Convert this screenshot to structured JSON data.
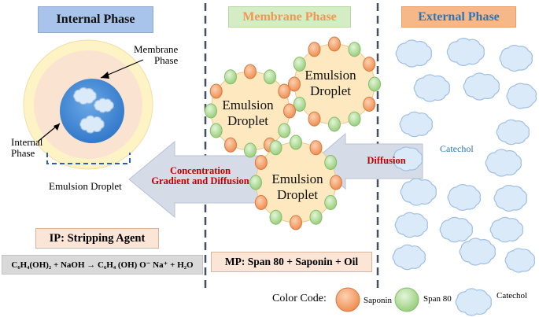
{
  "headers": {
    "internal": "Internal Phase",
    "membrane": "Membrane Phase",
    "external": "External Phase"
  },
  "labels": {
    "membrane_phase": "Membrane\nPhase",
    "internal_phase": "Internal\nPhase",
    "emulsion_droplet": "Emulsion Droplet",
    "droplet": "Emulsion\nDroplet",
    "concentration": "Concentration\nGradient and Diffusion",
    "diffusion": "Diffusion",
    "catechol": "Catechol"
  },
  "boxes": {
    "ip": "IP: Stripping Agent",
    "mp": "MP: Span 80 + Saponin + Oil",
    "equation": "C₆H₄(OH)₂ + NaOH → C₆H₄ (OH) O⁻ Na⁺ + H₂O"
  },
  "legend": {
    "title": "Color Code:",
    "saponin": "Saponin",
    "span80": "Span 80",
    "catechol": "Catechol"
  },
  "colors": {
    "internal_header": "#a9c4ea",
    "membrane_header": "#d4edc4",
    "external_header": "#f6b889",
    "membrane_fill": "#fbe3d2",
    "outer_ring": "#fdf3c4",
    "droplet_core": "#4a90d9",
    "droplet_fill": "#fde8bf",
    "saponin": "#f5a46c",
    "span80": "#b9e0a5",
    "cloud": "#dbeaf8",
    "arrow": "#d6dce7",
    "accent_red": "#c00000"
  }
}
